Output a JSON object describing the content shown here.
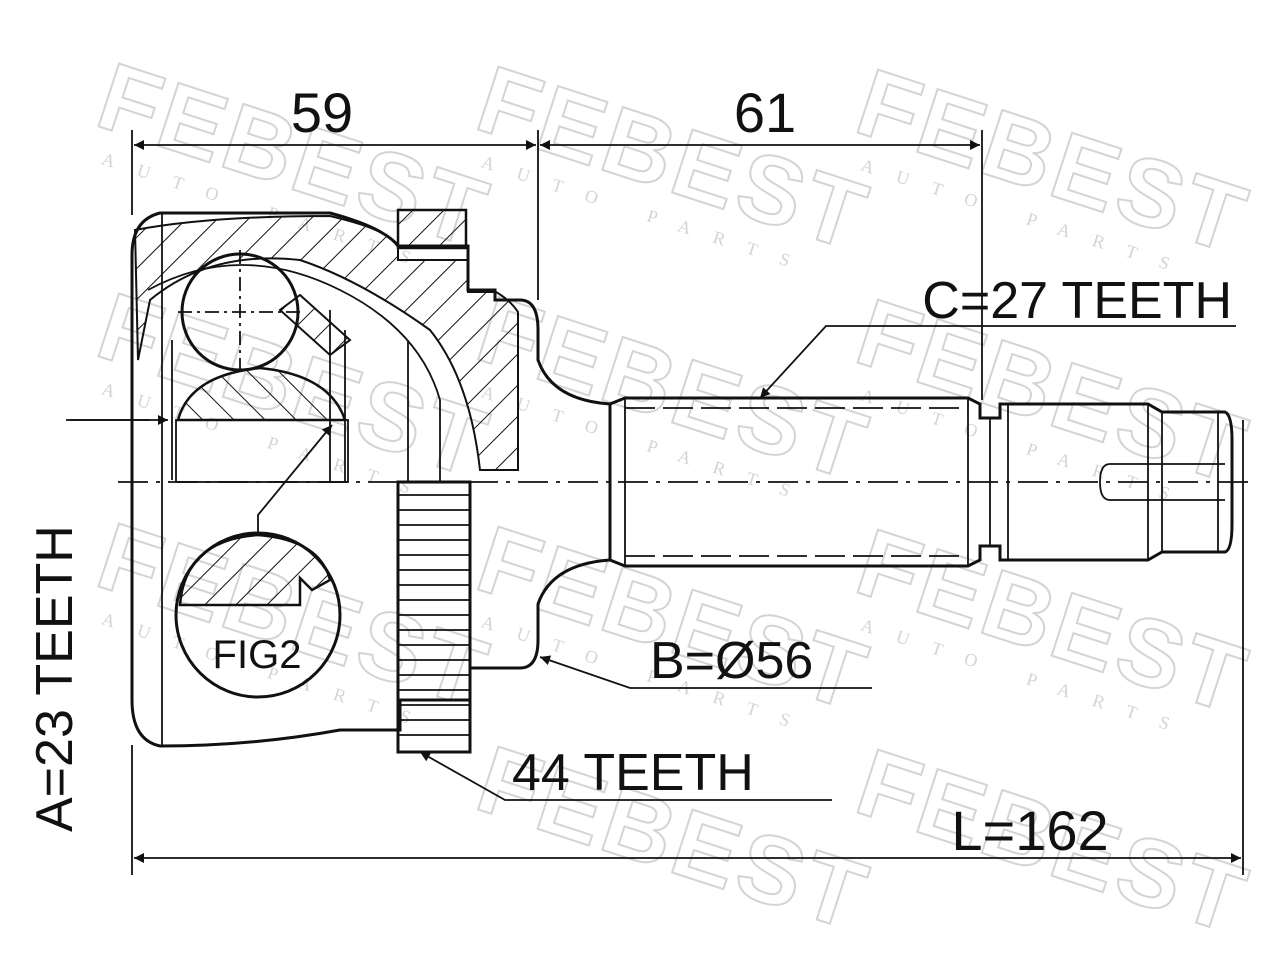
{
  "watermark": {
    "brand": "FEBEST",
    "sub": "AUTO PARTS"
  },
  "dimensions": {
    "outer_length": "59",
    "shaft_length": "61",
    "overall_length": "L=162"
  },
  "labels": {
    "outer_spline": "A=23 TEETH",
    "inner_spline": "C=27 TEETH",
    "seal_diameter": "B=Ø56",
    "abs_ring": "44 TEETH",
    "detail_ref": "FIG2"
  },
  "colors": {
    "line": "#111111",
    "watermark": "#d4d4d4",
    "background": "#ffffff"
  }
}
